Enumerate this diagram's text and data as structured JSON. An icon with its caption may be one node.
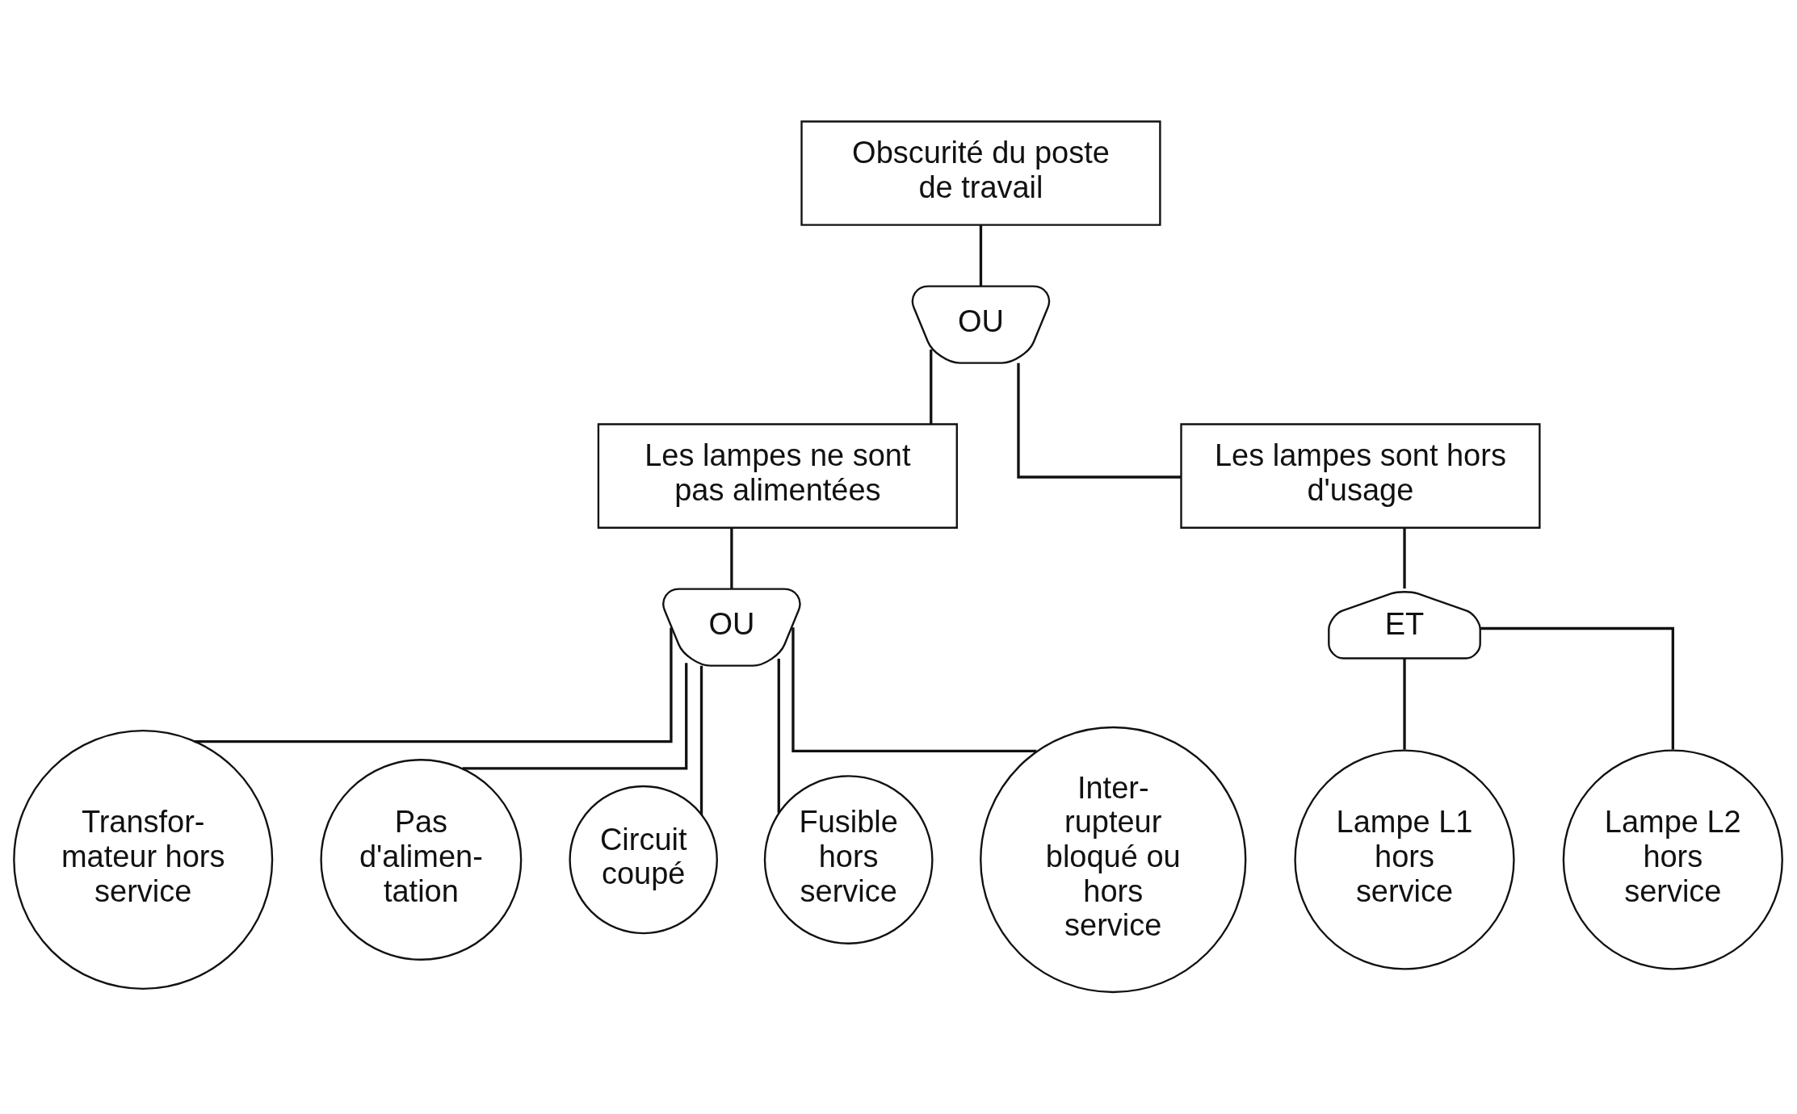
{
  "diagram": {
    "nodes": [
      {
        "text": [
          "Obscurité du poste de travail"
        ]
      },
      {
        "text": [
          "OU"
        ]
      },
      {
        "text": [
          "Les lampes ne sont pas alimentées"
        ]
      },
      {
        "text": [
          "Les lampes sont hors d'usage"
        ]
      },
      {
        "text": [
          "OU"
        ]
      },
      {
        "text": [
          "ET"
        ]
      },
      {
        "text": [
          "Transfor- mateur hors service"
        ]
      },
      {
        "text": [
          "Pas d'alimen- tation"
        ]
      },
      {
        "text": [
          "Circuit coupé"
        ]
      },
      {
        "text": [
          "Fusible hors service"
        ]
      },
      {
        "text": [
          "Inter- rupteur bloqué ou hors service"
        ]
      },
      {
        "text": [
          "Lampe L1 hors service"
        ]
      },
      {
        "text": [
          "Lampe L2 hors service"
        ]
      }
    ],
    "edges": [
      {
        "from": 0,
        "to": 1,
        "arrow": "none"
      },
      {
        "from": 1,
        "to": 2,
        "arrow": "none"
      },
      {
        "from": 1,
        "to": 3,
        "arrow": "none"
      },
      {
        "from": 2,
        "to": 4,
        "arrow": "none"
      },
      {
        "from": 3,
        "to": 5,
        "arrow": "none"
      },
      {
        "from": 4,
        "to": 6,
        "arrow": "none"
      },
      {
        "from": 4,
        "to": 7,
        "arrow": "none"
      },
      {
        "from": 4,
        "to": 8,
        "arrow": "none"
      },
      {
        "from": 4,
        "to": 9,
        "arrow": "none"
      },
      {
        "from": 4,
        "to": 10,
        "arrow": "none"
      },
      {
        "from": 5,
        "to": 11,
        "arrow": "none"
      },
      {
        "from": 5,
        "to": 12,
        "arrow": "none"
      }
    ]
  }
}
